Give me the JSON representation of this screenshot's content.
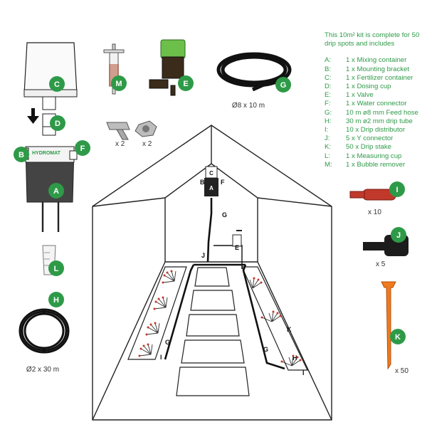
{
  "intro": "This 10m² kit is complete for 50 drip spots and includes",
  "parts": [
    {
      "key": "A:",
      "desc": "1 x Mixing container"
    },
    {
      "key": "B:",
      "desc": "1 x Mounting bracket"
    },
    {
      "key": "C:",
      "desc": "1 x Fertilizer container"
    },
    {
      "key": "D:",
      "desc": "1 x Dosing cup"
    },
    {
      "key": "E:",
      "desc": "1 x Valve"
    },
    {
      "key": "F:",
      "desc": "1 x Water connector"
    },
    {
      "key": "G:",
      "desc": "10 m ø8 mm Feed hose"
    },
    {
      "key": "H:",
      "desc": "30 m ø2 mm drip tube"
    },
    {
      "key": "I:",
      "desc": "10 x Drip distributor"
    },
    {
      "key": "J:",
      "desc": "5 x Y connector"
    },
    {
      "key": "K:",
      "desc": "50 x Drip stake"
    },
    {
      "key": "L:",
      "desc": "1 x Measuring cup"
    },
    {
      "key": "M:",
      "desc": "1 x Bubble remover"
    }
  ],
  "badges": {
    "a": "A",
    "b": "B",
    "c": "C",
    "d": "D",
    "e": "E",
    "f": "F",
    "g": "G",
    "h": "H",
    "i": "I",
    "j": "J",
    "k": "K",
    "l": "L",
    "m": "M"
  },
  "captions": {
    "hose_g": "Ø8 x 10 m",
    "tube_h": "Ø2 x 30 m",
    "bolt_qty": "x 2",
    "nut_qty": "x 2",
    "distributor_qty": "x 10",
    "yconn_qty": "x 5",
    "stake_qty": "x 50"
  },
  "logo": "HYDROMAT",
  "greenhouse_labels": {
    "c": "C",
    "a": "A",
    "b": "B",
    "f": "F",
    "g1": "G",
    "e": "E",
    "j": "J",
    "k": "K",
    "g2": "G",
    "g3": "G",
    "h": "H",
    "i1": "I",
    "i2": "I"
  },
  "colors": {
    "badge": "#2e9a48",
    "info_text": "#2e9a48",
    "stake": "#f07a1e",
    "distributor": "#c0392b",
    "valve_top": "#6cc04a",
    "tank": "#444444"
  }
}
